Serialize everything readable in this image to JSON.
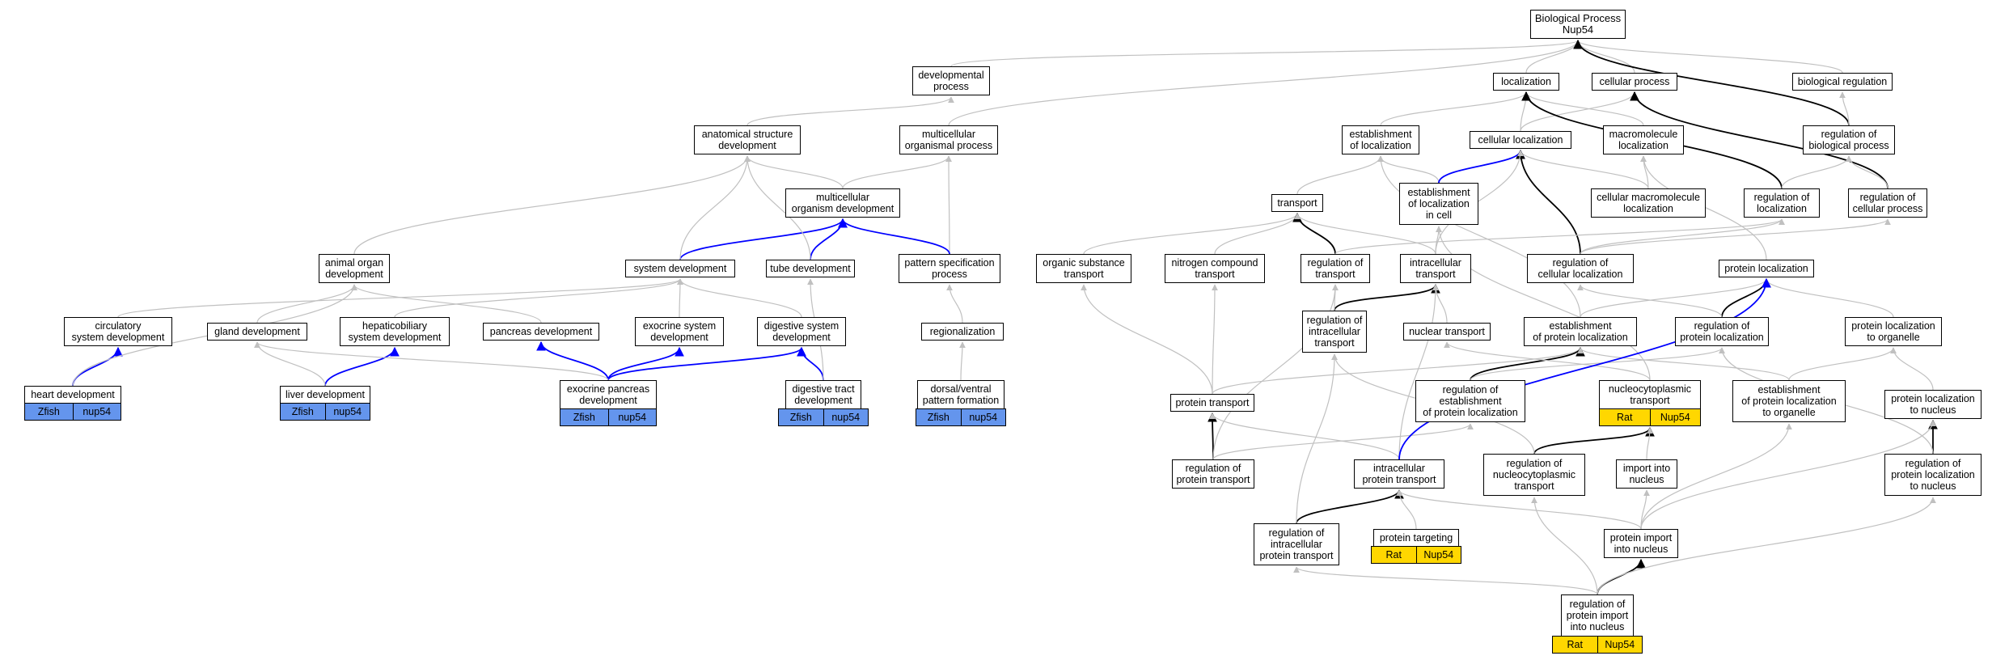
{
  "root": "Biological Process\nNup54",
  "terms": {
    "localization": "localization",
    "cellular_process": "cellular process",
    "biological_regulation": "biological regulation",
    "developmental_process": "developmental\nprocess",
    "anatomical_structure_development": "anatomical structure\ndevelopment",
    "multicellular_organismal_process": "multicellular\norganismal process",
    "establishment_of_localization": "establishment\nof localization",
    "cellular_localization": "cellular localization",
    "macromolecule_localization": "macromolecule\nlocalization",
    "regulation_of_biological_process": "regulation of\nbiological process",
    "transport": "transport",
    "establishment_of_localization_in_cell": "establishment\nof localization\nin cell",
    "multicellular_organism_development": "multicellular\norganism development",
    "cellular_macromolecule_localization": "cellular macromolecule\nlocalization",
    "regulation_of_localization": "regulation of\nlocalization",
    "regulation_of_cellular_process": "regulation of\ncellular process",
    "animal_organ_development": "animal organ\ndevelopment",
    "system_development": "system development",
    "tube_development": "tube development",
    "pattern_specification_process": "pattern specification\nprocess",
    "organic_substance_transport": "organic substance\ntransport",
    "nitrogen_compound_transport": "nitrogen compound\ntransport",
    "regulation_of_transport": "regulation of\ntransport",
    "intracellular_transport": "intracellular\ntransport",
    "regulation_of_cellular_localization": "regulation of\ncellular localization",
    "protein_localization": "protein localization",
    "circulatory_system_development": "circulatory\nsystem development",
    "gland_development": "gland development",
    "hepaticobiliary_system_development": "hepaticobiliary\nsystem development",
    "pancreas_development": "pancreas development",
    "exocrine_system_development": "exocrine system\ndevelopment",
    "digestive_system_development": "digestive system\ndevelopment",
    "regionalization": "regionalization",
    "regulation_of_intracellular_transport": "regulation of\nintracellular\ntransport",
    "nuclear_transport": "nuclear transport",
    "establishment_of_protein_localization": "establishment\nof protein localization",
    "regulation_of_protein_localization": "regulation of\nprotein localization",
    "protein_localization_to_organelle": "protein localization\nto organelle",
    "heart_development": "heart development",
    "liver_development": "liver development",
    "exocrine_pancreas_development": "exocrine pancreas\ndevelopment",
    "digestive_tract_development": "digestive tract\ndevelopment",
    "dorsal_ventral_pattern_formation": "dorsal/ventral\npattern formation",
    "protein_transport": "protein transport",
    "regulation_of_establishment_of_protein_localization": "regulation of\nestablishment\nof protein localization",
    "nucleocytoplasmic_transport": "nucleocytoplasmic\ntransport",
    "establishment_of_protein_localization_to_organelle": "establishment\nof protein localization\nto organelle",
    "protein_localization_to_nucleus": "protein localization\nto nucleus",
    "regulation_of_protein_transport": "regulation of\nprotein transport",
    "intracellular_protein_transport": "intracellular\nprotein transport",
    "regulation_of_nucleocytoplasmic_transport": "regulation of\nnucleocytoplasmic\ntransport",
    "import_into_nucleus": "import into\nnucleus",
    "regulation_of_protein_localization_to_nucleus": "regulation of\nprotein localization\nto nucleus",
    "regulation_of_intracellular_protein_transport": "regulation of\nintracellular\nprotein transport",
    "protein_targeting": "protein targeting",
    "protein_import_into_nucleus": "protein import\ninto nucleus",
    "regulation_of_protein_import_into_nucleus": "regulation of\nprotein import\ninto nucleus"
  },
  "annotations": {
    "heart_development": [
      "Zfish",
      "nup54"
    ],
    "liver_development": [
      "Zfish",
      "nup54"
    ],
    "exocrine_pancreas_development": [
      "Zfish",
      "nup54"
    ],
    "digestive_tract_development": [
      "Zfish",
      "nup54"
    ],
    "dorsal_ventral_pattern_formation": [
      "Zfish",
      "nup54"
    ],
    "nucleocytoplasmic_transport": [
      "Rat",
      "Nup54"
    ],
    "protein_targeting": [
      "Rat",
      "Nup54"
    ],
    "regulation_of_protein_import_into_nucleus": [
      "Rat",
      "Nup54"
    ]
  },
  "colors": {
    "zebrafish_annotation": "#6495ed",
    "rat_annotation": "#ffd700",
    "is_a_edge": "#c0c0c0",
    "regulates_edge": "#000000",
    "part_of_edge": "#0000ff"
  }
}
